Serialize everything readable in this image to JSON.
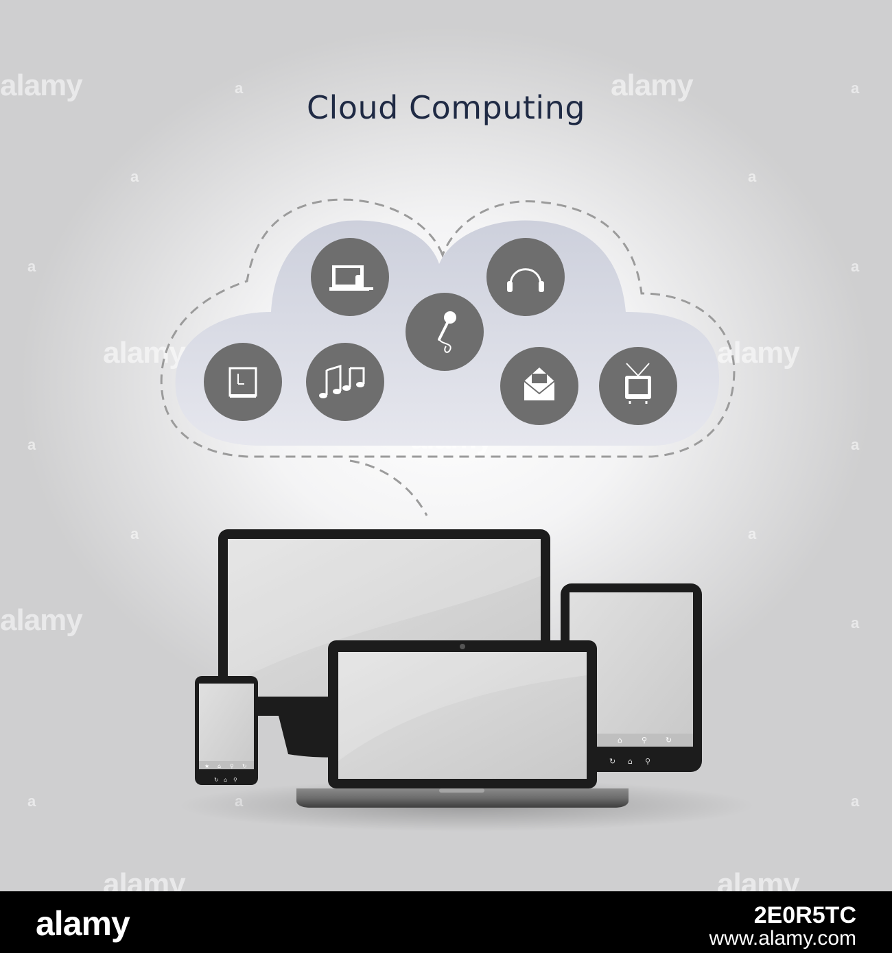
{
  "title": "Cloud Computing",
  "watermark": {
    "brand": "alamy",
    "mark": "a"
  },
  "footer": {
    "brand": "alamy",
    "image_id": "2E0R5TC",
    "site": "www.alamy.com"
  },
  "cloud_icons": [
    "presentation-icon",
    "microphone-icon",
    "headphones-icon",
    "clock-icon",
    "music-notes-icon",
    "mail-icon",
    "tv-icon"
  ],
  "devices": [
    "desktop-monitor",
    "laptop",
    "tablet",
    "smartphone"
  ],
  "colors": {
    "title": "#1f2a44",
    "icon_circle": "#6e6e6e",
    "cloud": "#d8d9e3",
    "device": "#1c1c1c"
  }
}
